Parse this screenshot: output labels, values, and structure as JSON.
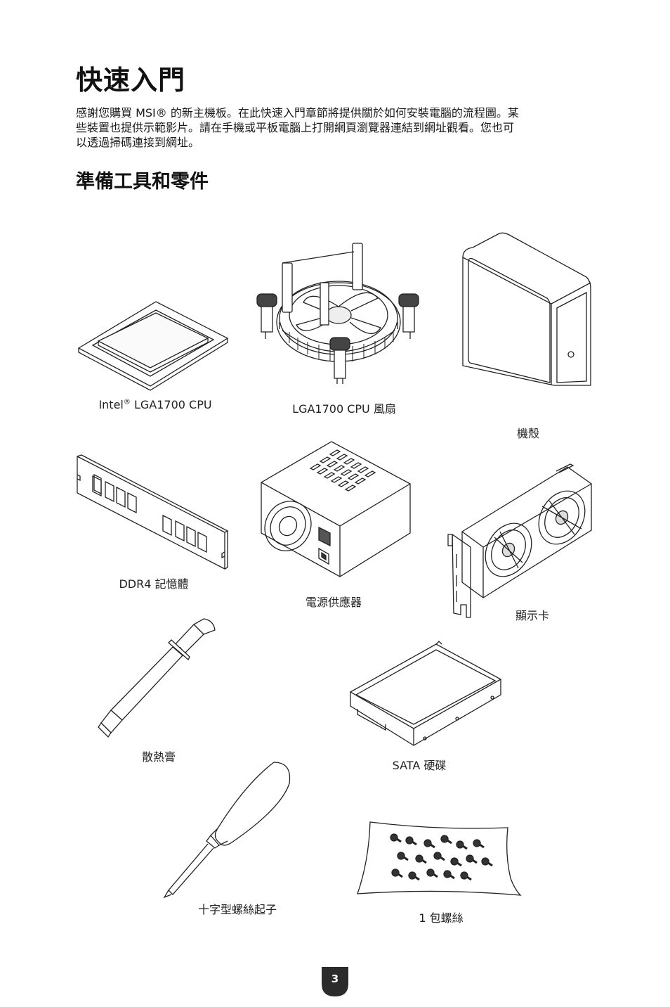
{
  "heading": {
    "title": "快速入門"
  },
  "intro": {
    "lines": [
      "感謝您購買 MSI® 的新主機板。在此快速入門章節將提供關於如何安裝電腦的流程圖。某",
      "些裝置也提供示範影片。請在手機或平板電腦上打開網頁瀏覽器連結到網址觀看。您也可",
      "以透過掃碼連接到網址。"
    ]
  },
  "section": {
    "title": "準備工具和零件"
  },
  "items": {
    "cpu": {
      "label_prefix": "Intel",
      "label_sup": "®",
      "label_suffix": " LGA1700 CPU"
    },
    "fan": {
      "label": "LGA1700 CPU 風扇"
    },
    "case": {
      "label": "機殼"
    },
    "ram": {
      "label": "DDR4 記憶體"
    },
    "psu": {
      "label": "電源供應器"
    },
    "gpu": {
      "label": "顯示卡"
    },
    "paste": {
      "label": "散熱膏"
    },
    "hdd": {
      "label": "SATA 硬碟"
    },
    "driver": {
      "label": "十字型螺絲起子"
    },
    "screws": {
      "label": "1 包螺絲"
    }
  },
  "footer": {
    "page_number": "3",
    "badge_color": "#2b2b2b"
  }
}
